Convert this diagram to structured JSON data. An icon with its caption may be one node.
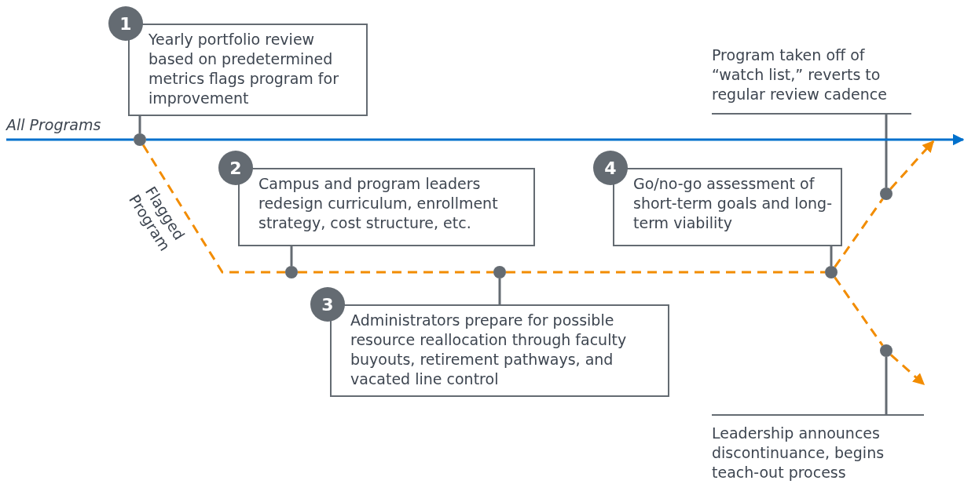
{
  "diagram": {
    "nodes": [
      {
        "text": [
          "1",
          "Yearly portfolio review based on predetermined metrics flags program for improvement"
        ]
      },
      {
        "text": [
          "2",
          "Campus and program leaders redesign curriculum, enrollment strategy, cost structure, etc."
        ]
      },
      {
        "text": [
          "3",
          "Administrators prepare for possible resource reallocation through faculty buyouts, retirement pathways, and vacated line control"
        ]
      },
      {
        "text": [
          "4",
          "Go/no-go assessment of short-term goals and long-term viability"
        ]
      },
      {
        "text": [
          "Program taken off of “watch list,” reverts to regular review cadence"
        ]
      },
      {
        "text": [
          "Leadership announces discontinuance, begins teach-out process"
        ]
      },
      {
        "text": [],
        "shape": "circle"
      },
      {
        "text": [],
        "shape": "circle"
      },
      {
        "text": [],
        "shape": "circle"
      },
      {
        "text": [],
        "shape": "circle"
      },
      {
        "text": [],
        "shape": "circle"
      },
      {
        "text": [],
        "shape": "circle"
      }
    ],
    "edges": [
      {
        "from": 0,
        "to": 6,
        "arrow": "none",
        "color": "#646b72"
      },
      {
        "from": 1,
        "to": 7,
        "arrow": "none",
        "color": "#646b72"
      },
      {
        "from": 2,
        "to": 8,
        "arrow": "none",
        "color": "#646b72"
      },
      {
        "from": 3,
        "to": 9,
        "arrow": "none",
        "color": "#646b72"
      },
      {
        "from": 4,
        "to": 10,
        "arrow": "none",
        "color": "#646b72"
      },
      {
        "from": 5,
        "to": 11,
        "arrow": "none",
        "color": "#646b72"
      },
      {
        "from": null,
        "to": 6,
        "arrow": "none",
        "label": "All Programs",
        "color": "#0070cc"
      },
      {
        "from": 6,
        "to": null,
        "arrow": "to",
        "color": "#0070cc"
      },
      {
        "from": 6,
        "to": 7,
        "arrow": "none",
        "label": "Flagged Program",
        "style": "dashed"
      },
      {
        "from": 7,
        "to": 8,
        "arrow": "none",
        "style": "dashed"
      },
      {
        "from": 8,
        "to": 9,
        "arrow": "none",
        "style": "dashed"
      },
      {
        "from": 9,
        "to": 10,
        "arrow": "none",
        "style": "dashed"
      },
      {
        "from": 10,
        "to": null,
        "arrow": "to",
        "style": "dashed"
      },
      {
        "from": 9,
        "to": 11,
        "arrow": "none",
        "style": "dashed"
      },
      {
        "from": 11,
        "to": null,
        "arrow": "to",
        "style": "dashed"
      }
    ]
  }
}
